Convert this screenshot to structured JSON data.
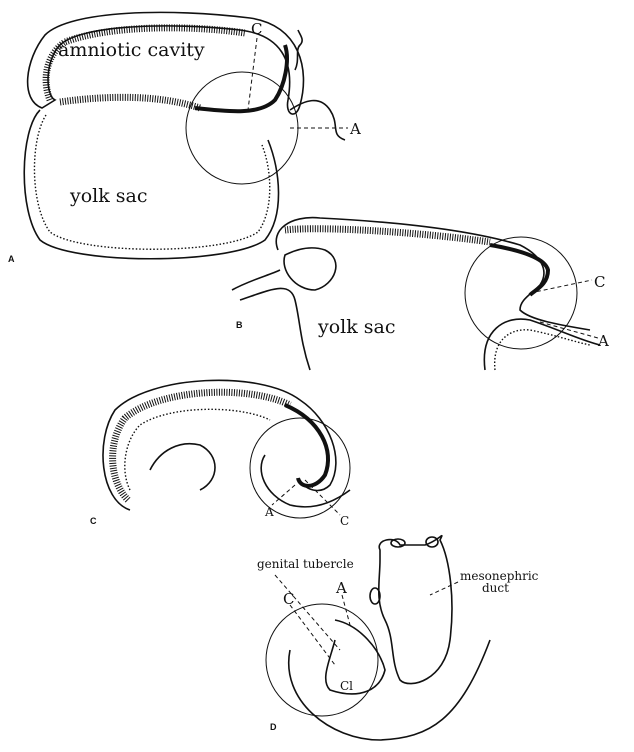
{
  "panels": {
    "a": {
      "panel_label": "A",
      "amniotic_cavity": "amniotic cavity",
      "yolk_sac": "yolk sac",
      "marker_c": "C",
      "marker_a": "A"
    },
    "b": {
      "panel_label": "B",
      "yolk_sac": "yolk sac",
      "marker_c": "C",
      "marker_a": "A"
    },
    "c": {
      "panel_label": "C",
      "marker_a": "A",
      "marker_c": "C"
    },
    "d": {
      "panel_label": "D",
      "genital_tubercle": "genital tubercle",
      "marker_a": "A",
      "marker_c": "C",
      "mesonephric_1": "mesonephric",
      "mesonephric_2": "duct",
      "cloaca": "Cl"
    }
  }
}
